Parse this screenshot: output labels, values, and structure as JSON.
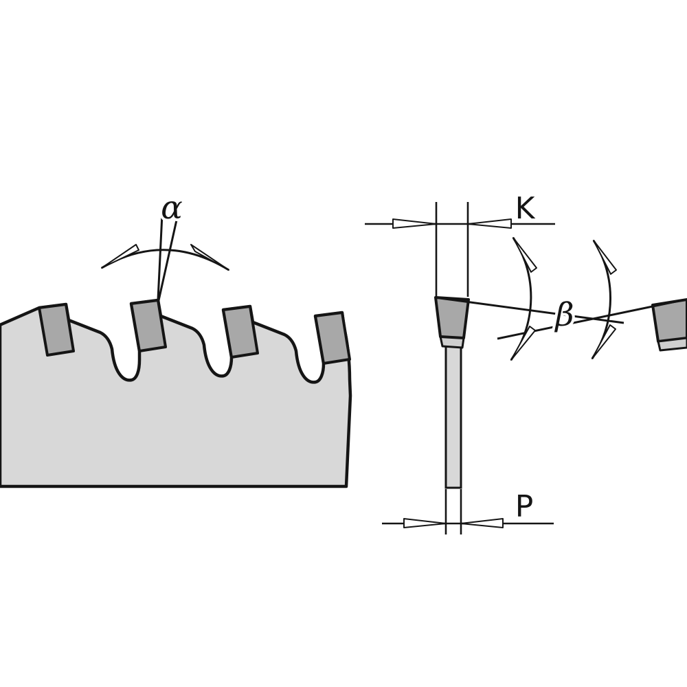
{
  "diagram": {
    "labels": {
      "hook_angle": "α",
      "kerf": "K",
      "bevel_angle": "β",
      "plate": "P"
    },
    "colors": {
      "background": "#ffffff",
      "blade_body": "#d8d8d8",
      "carbide_tip": "#a8a8a8",
      "braze_band": "#cfcfcf",
      "line": "#151515",
      "arrow_fill": "#ffffff"
    }
  }
}
